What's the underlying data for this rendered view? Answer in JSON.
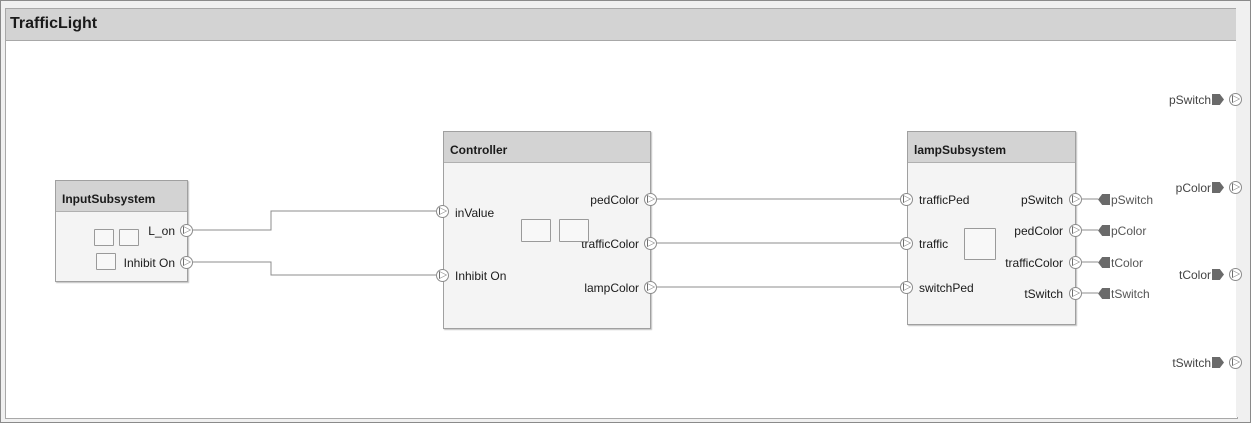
{
  "model": {
    "title": "TrafficLight"
  },
  "blocks": {
    "input": {
      "title": "InputSubsystem",
      "outports": [
        "L_on",
        "Inhibit On"
      ]
    },
    "controller": {
      "title": "Controller",
      "inports": [
        "inValue",
        "Inhibit On"
      ],
      "outports": [
        "pedColor",
        "trafficColor",
        "lampColor"
      ]
    },
    "lamp": {
      "title": "lampSubsystem",
      "inports": [
        "trafficPed",
        "traffic",
        "switchPed"
      ],
      "outports": [
        "pSwitch",
        "pedColor",
        "trafficColor",
        "tSwitch"
      ]
    }
  },
  "from_tags": [
    "pSwitch",
    "pColor",
    "tColor",
    "tSwitch"
  ],
  "boundary_ports": [
    "pSwitch",
    "pColor",
    "tColor",
    "tSwitch"
  ],
  "colors": {
    "header": "#d3d3d3",
    "block_fill": "#f4f4f4",
    "wire": "#8c8c8c"
  }
}
